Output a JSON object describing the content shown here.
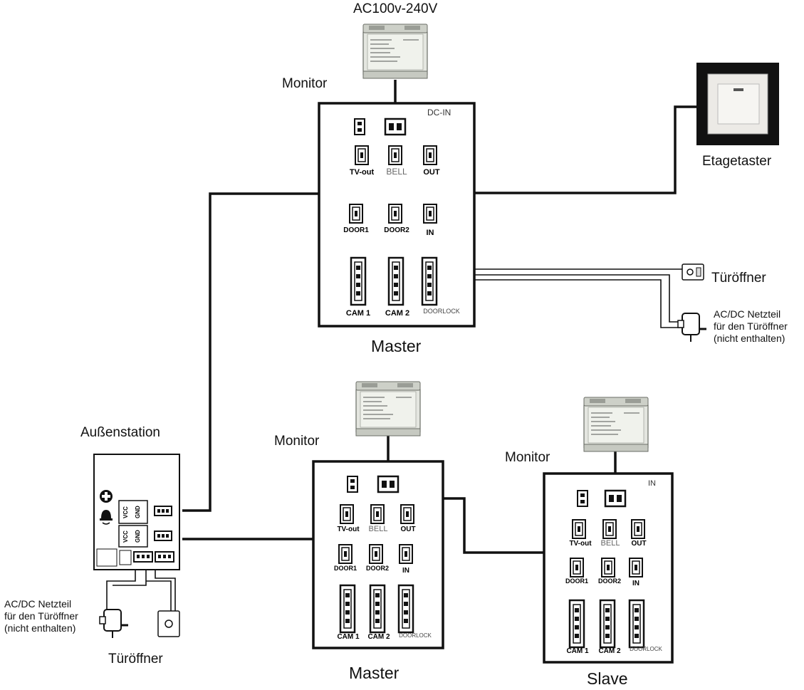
{
  "power_label": "AC100v-240V",
  "monitor_label": "Monitor",
  "floor_button_label": "Etagetaster",
  "door_opener_label": "Türöffner",
  "adapter_note_line1": "AC/DC Netzteil",
  "adapter_note_line2": "für den Türöffner",
  "adapter_note_line3": "(nicht enthalten)",
  "outdoor_station_label": "Außenstation",
  "master_label": "Master",
  "slave_label": "Slave",
  "ports": {
    "dc_in": "DC-IN",
    "dc_in_cut": "IN",
    "tv_out": "TV-out",
    "bell": "BELL",
    "out": "OUT",
    "door1": "DOOR1",
    "door2": "DOOR2",
    "in": "IN",
    "cam1": "CAM 1",
    "cam2": "CAM 2",
    "doorlock": "DOORLOCK"
  },
  "outdoor_ports": {
    "vcc": "VCC",
    "gnd": "GND"
  }
}
